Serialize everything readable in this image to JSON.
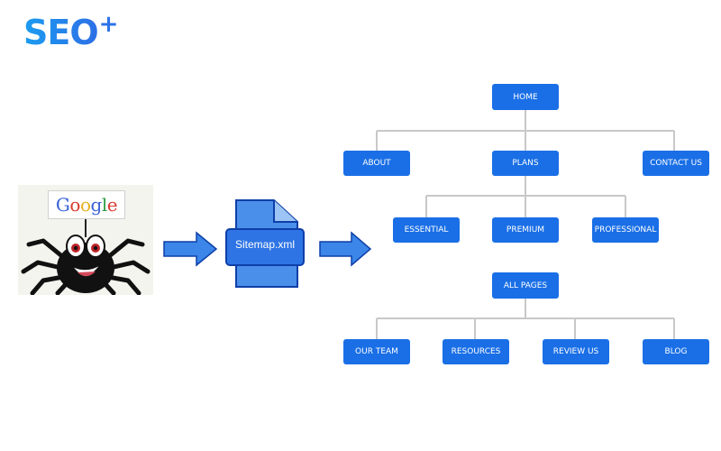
{
  "brand": {
    "logo_text": "SEO",
    "logo_plus": "+"
  },
  "illustration": {
    "sign_letters": [
      {
        "char": "G",
        "color": "#3a62d8"
      },
      {
        "char": "o",
        "color": "#d93a2e"
      },
      {
        "char": "o",
        "color": "#e8b024"
      },
      {
        "char": "g",
        "color": "#3a62d8"
      },
      {
        "char": "l",
        "color": "#2e9a44"
      },
      {
        "char": "e",
        "color": "#d93a2e"
      }
    ],
    "file_label": "Sitemap.xml"
  },
  "tree": {
    "home": "HOME",
    "level1": [
      "ABOUT",
      "PLANS",
      "CONTACT US"
    ],
    "plans_children": [
      "ESSENTIAL",
      "PREMIUM",
      "PROFESSIONAL"
    ],
    "all_pages": "ALL PAGES",
    "all_pages_children": [
      "OUR TEAM",
      "RESOURCES",
      "REVIEW US",
      "BLOG"
    ]
  },
  "colors": {
    "accent": "#1a6fe6",
    "connector": "#c8c8c8",
    "file_fill": "#3b82e6",
    "file_stroke": "#0e3fa8"
  }
}
